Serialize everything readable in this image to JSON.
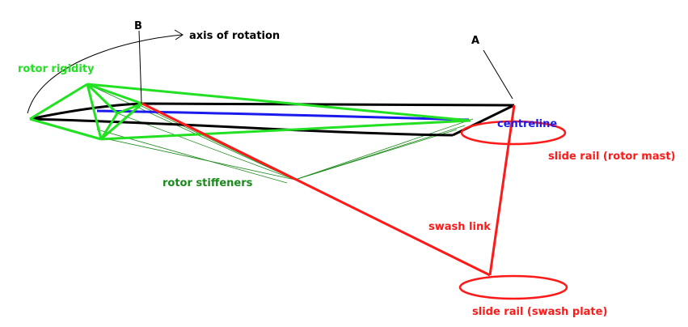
{
  "colors": {
    "red": "#ff1a1a",
    "green": "#22e022",
    "dark_green": "#1a8a1a",
    "blue": "#1a1aee",
    "black": "#000000"
  },
  "labels": {
    "point_b": "B",
    "point_a": "A",
    "axis_of_rotation": "axis of rotation",
    "rotor_rigidity": "rotor rigidity",
    "centreline": "centreline",
    "slide_rail_rotor_mast": "slide rail (rotor mast)",
    "rotor_stiffeners": "rotor stiffeners",
    "swash_link": "swash link",
    "slide_rail_swash_plate": "slide rail (swash plate)"
  }
}
